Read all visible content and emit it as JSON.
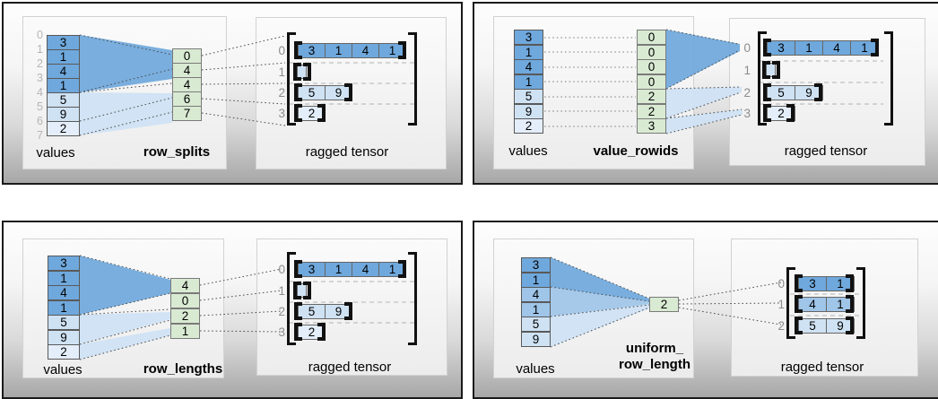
{
  "colors": {
    "dark_blue": "#6fa8dc",
    "medium_blue": "#9fc5e8",
    "light_blue": "#cfe2f3",
    "pale_blue": "#e4eefa",
    "green": "#d9ead3"
  },
  "panels": [
    {
      "method": "row_splits",
      "values_label": "values",
      "tensor_label": "ragged tensor",
      "values": [
        3,
        1,
        4,
        1,
        5,
        9,
        2
      ],
      "value_indices": [
        0,
        1,
        2,
        3,
        4,
        5,
        6,
        7
      ],
      "method_values": [
        0,
        4,
        4,
        6,
        7
      ],
      "row_indices": [
        0,
        1,
        2,
        3
      ],
      "tensor_rows": [
        [
          3,
          1,
          4,
          1
        ],
        [],
        [
          5,
          9
        ],
        [
          2
        ]
      ]
    },
    {
      "method": "value_rowids",
      "values_label": "values",
      "tensor_label": "ragged tensor",
      "values": [
        3,
        1,
        4,
        1,
        5,
        9,
        2
      ],
      "method_values": [
        0,
        0,
        0,
        0,
        2,
        2,
        3
      ],
      "row_indices": [
        0,
        1,
        2,
        3
      ],
      "tensor_rows": [
        [
          3,
          1,
          4,
          1
        ],
        [],
        [
          5,
          9
        ],
        [
          2
        ]
      ]
    },
    {
      "method": "row_lengths",
      "values_label": "values",
      "tensor_label": "ragged tensor",
      "values": [
        3,
        1,
        4,
        1,
        5,
        9,
        2
      ],
      "method_values": [
        4,
        0,
        2,
        1
      ],
      "row_indices": [
        0,
        1,
        2,
        3
      ],
      "tensor_rows": [
        [
          3,
          1,
          4,
          1
        ],
        [],
        [
          5,
          9
        ],
        [
          2
        ]
      ]
    },
    {
      "method": "uniform_row_length",
      "method_label_lines": [
        "uniform_",
        "row_length"
      ],
      "values_label": "values",
      "tensor_label": "ragged tensor",
      "values": [
        3,
        1,
        4,
        1,
        5,
        9
      ],
      "method_values": [
        2
      ],
      "row_indices": [
        0,
        1,
        2
      ],
      "tensor_rows": [
        [
          3,
          1
        ],
        [
          4,
          1
        ],
        [
          5,
          9
        ]
      ]
    }
  ]
}
